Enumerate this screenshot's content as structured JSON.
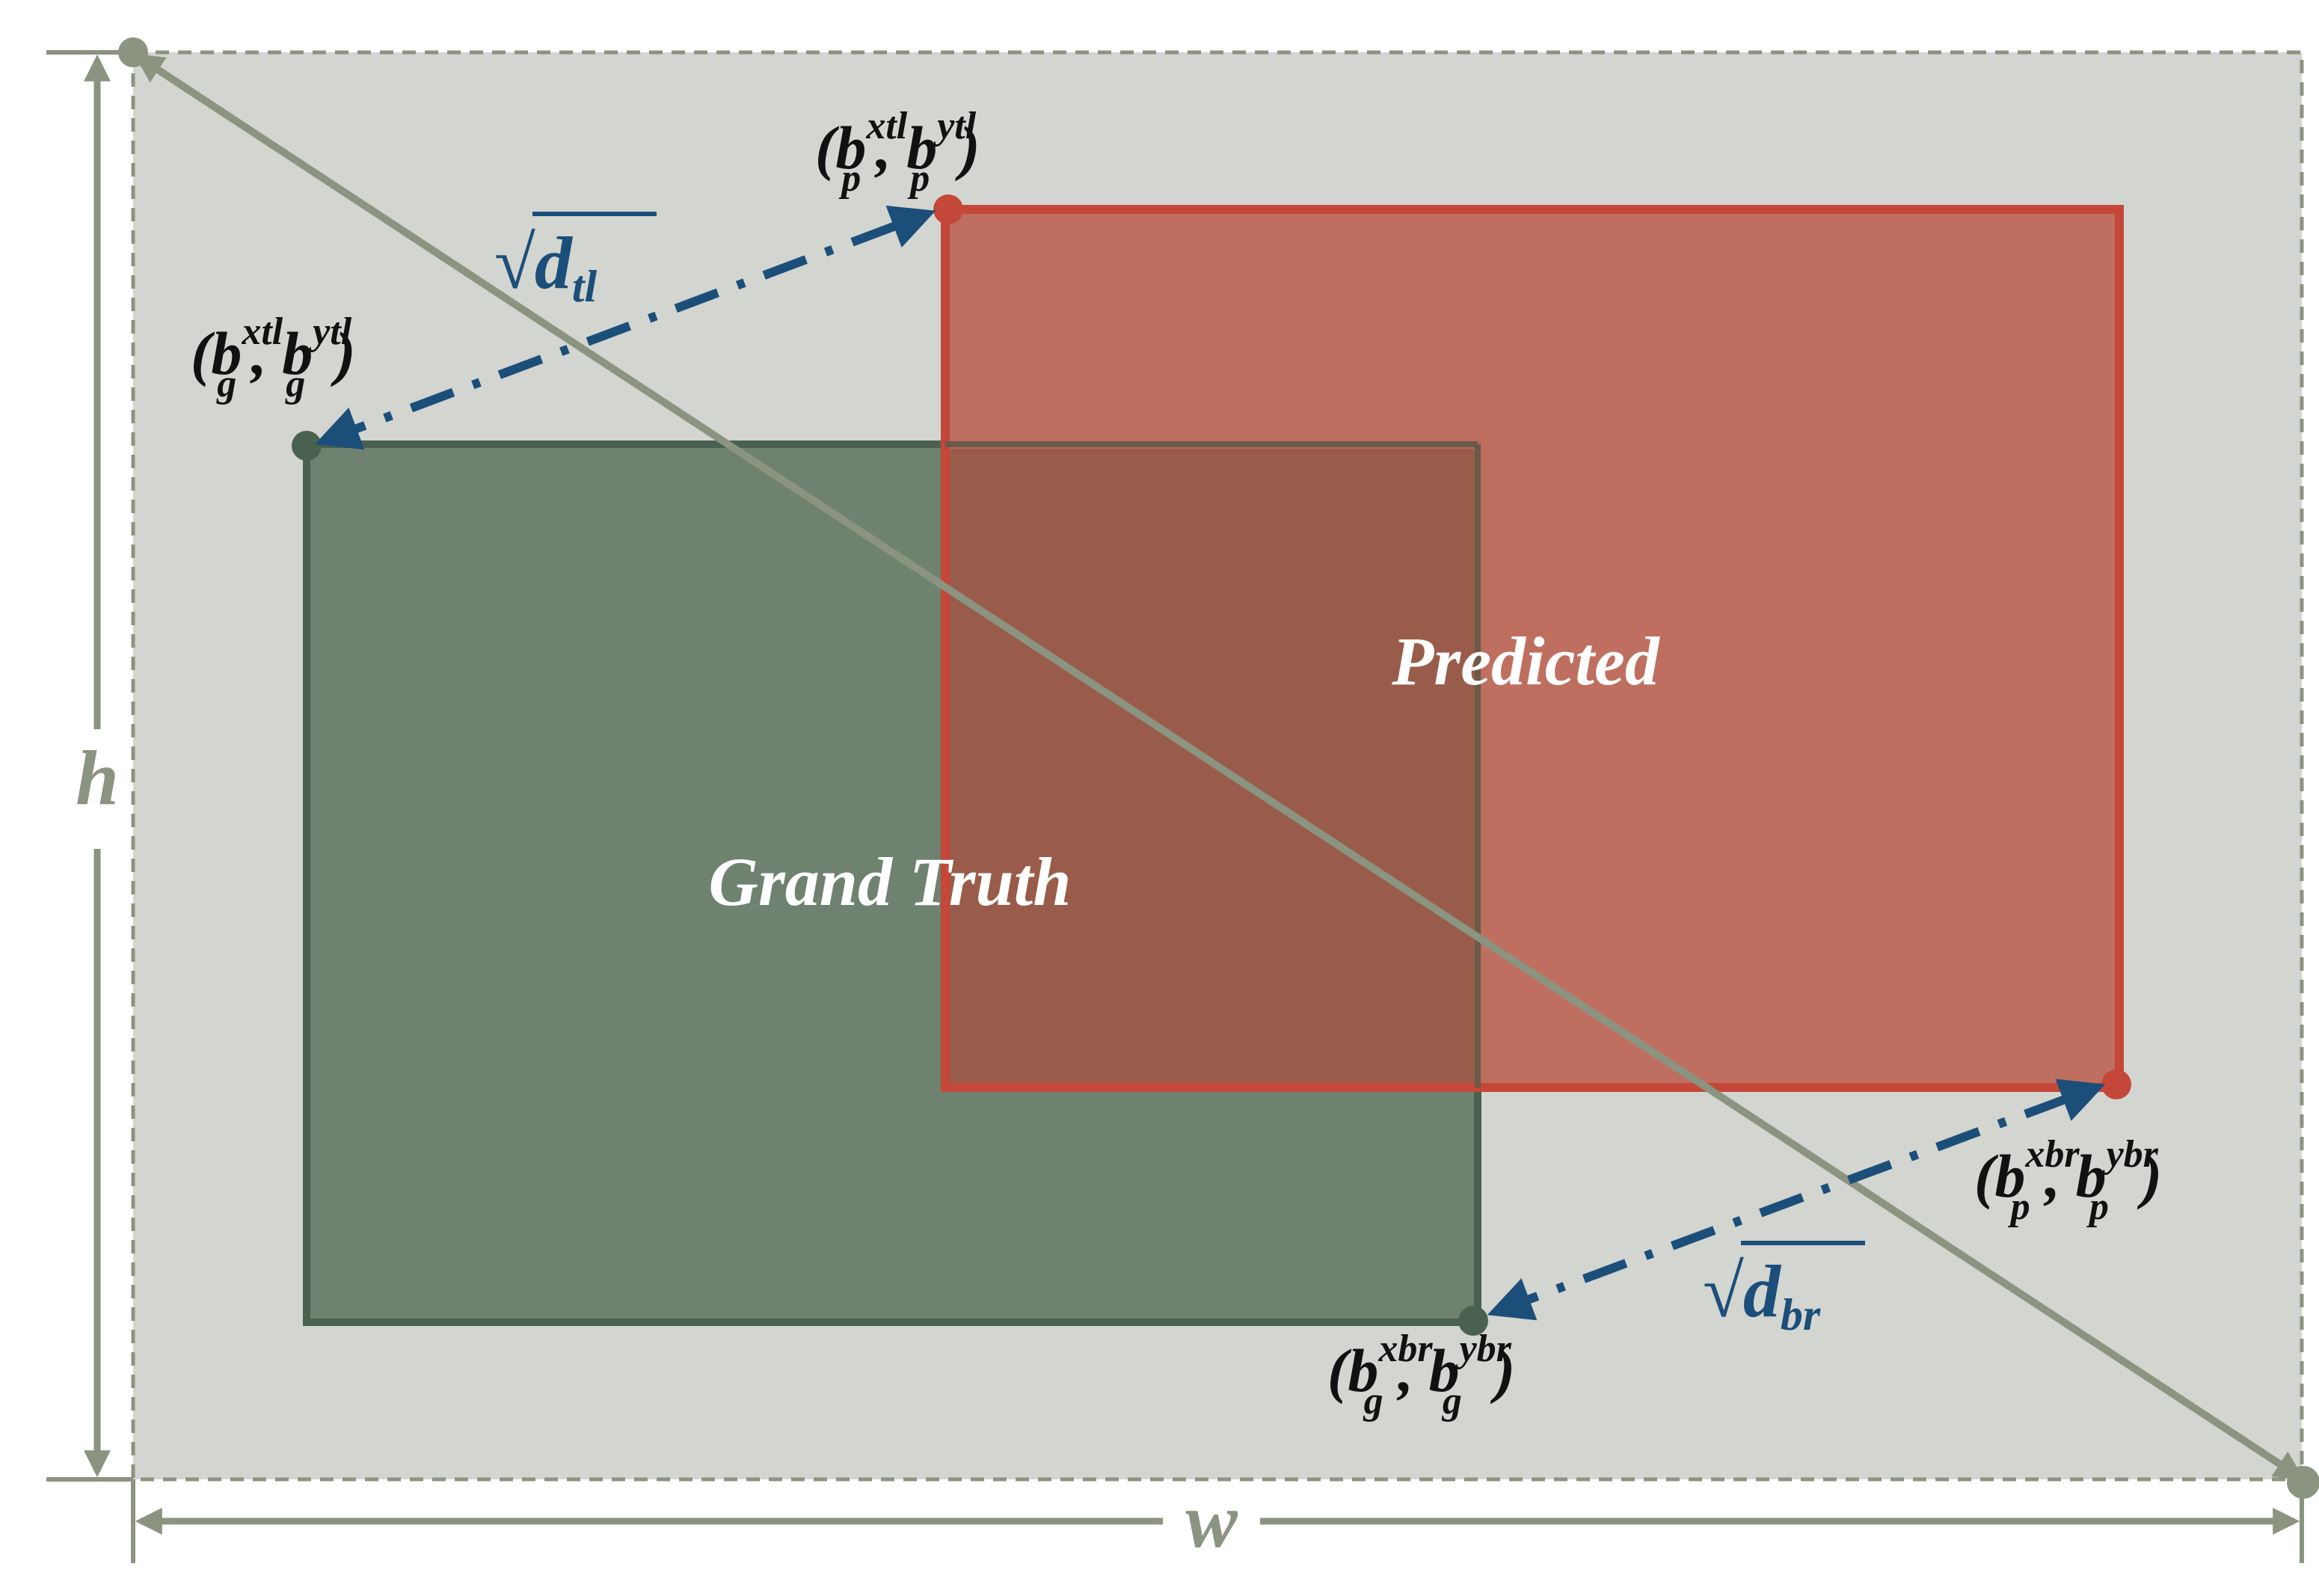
{
  "labels": {
    "predicted": "Predicted",
    "ground_truth": "Grand Truth",
    "width_symbol": "w",
    "height_symbol": "h"
  },
  "coords": {
    "pred_tl": {
      "open": "(",
      "base1": "b",
      "sub1": "p",
      "sup1": "xtl",
      "sep": ", ",
      "base2": "b",
      "sub2": "p",
      "sup2": "ytl",
      "close": ")"
    },
    "gt_tl": {
      "open": "(",
      "base1": "b",
      "sub1": "g",
      "sup1": "xtl",
      "sep": ", ",
      "base2": "b",
      "sub2": "g",
      "sup2": "ytl",
      "close": ")"
    },
    "pred_br": {
      "open": "(",
      "base1": "b",
      "sub1": "p",
      "sup1": "xbr",
      "sep": ", ",
      "base2": "b",
      "sub2": "p",
      "sup2": "ybr",
      "close": ")"
    },
    "gt_br": {
      "open": "(",
      "base1": "b",
      "sub1": "g",
      "sup1": "xbr",
      "sep": ", ",
      "base2": "b",
      "sub2": "g",
      "sup2": "ybr",
      "close": ")"
    }
  },
  "distances": {
    "top_left": {
      "root": "√",
      "base": "d",
      "sub": "tl"
    },
    "bottom_right": {
      "root": "√",
      "base": "d",
      "sub": "br"
    }
  },
  "colors": {
    "background_region": "#d3d5d0",
    "outline_dashed": "#8a9480",
    "predicted_fill": "#bd6a5b",
    "predicted_stroke": "#c4473a",
    "ground_truth_fill": "#6f8270",
    "ground_truth_stroke": "#4a6150",
    "overlap_fill": "#9a5c4a",
    "distance_arrow": "#1c4e7a",
    "diagonal": "#8a9480"
  }
}
